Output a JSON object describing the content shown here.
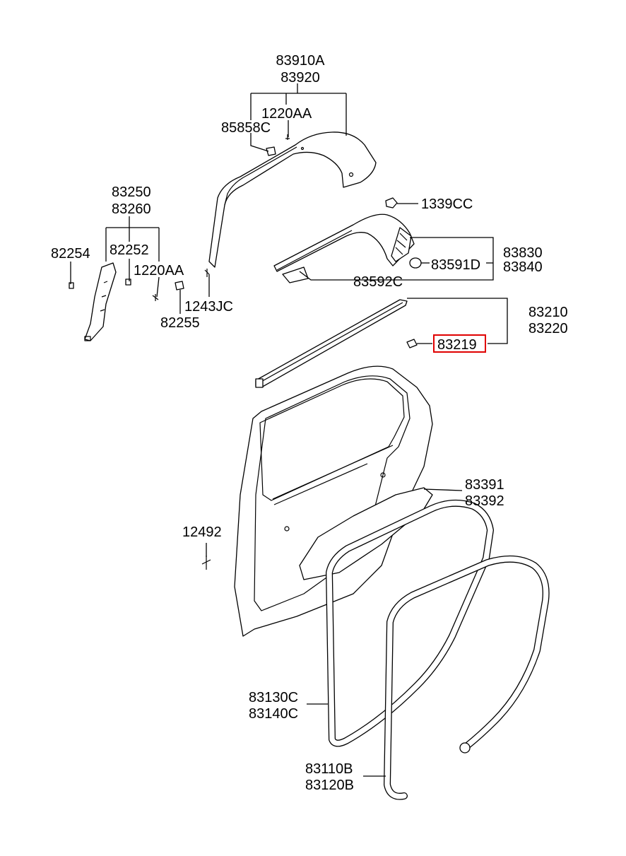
{
  "labels": {
    "p83910A": "83910A",
    "p83920": "83920",
    "p1220AA_top": "1220AA",
    "p85858C": "85858C",
    "p83250": "83250",
    "p83260": "83260",
    "p82254": "82254",
    "p82252": "82252",
    "p1220AA_left": "1220AA",
    "p1243JC": "1243JC",
    "p82255": "82255",
    "p1339CC": "1339CC",
    "p83830": "83830",
    "p83840": "83840",
    "p83591D": "83591D",
    "p83592C": "83592C",
    "p83210": "83210",
    "p83220": "83220",
    "p83219": "83219",
    "p83391": "83391",
    "p83392": "83392",
    "p12492": "12492",
    "p83130C": "83130C",
    "p83140C": "83140C",
    "p83110B": "83110B",
    "p83120B": "83120B"
  },
  "highlight": {
    "part": "83219",
    "color": "#e00000"
  }
}
